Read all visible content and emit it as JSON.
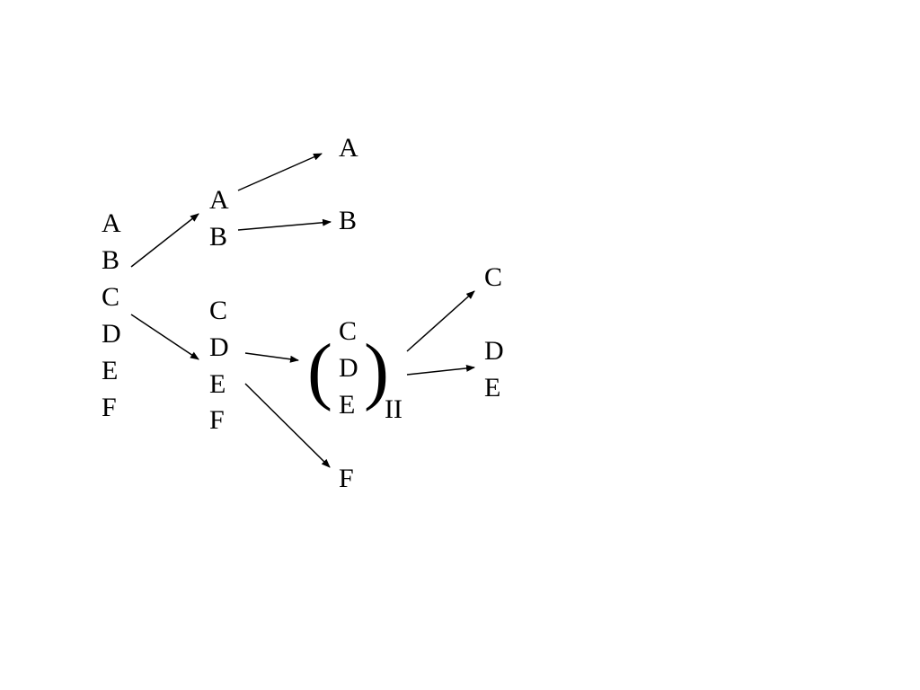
{
  "root": [
    "A",
    "B",
    "C",
    "D",
    "E",
    "F"
  ],
  "level1": {
    "top": [
      "A",
      "B"
    ],
    "bottom": [
      "C",
      "D",
      "E",
      "F"
    ]
  },
  "level2": {
    "a": "A",
    "b": "B",
    "group": [
      "C",
      "D",
      "E"
    ],
    "group_open": "(",
    "group_close": ")",
    "group_subscript": "II",
    "f": "F"
  },
  "level3": {
    "c": "C",
    "de": [
      "D",
      "E"
    ]
  }
}
